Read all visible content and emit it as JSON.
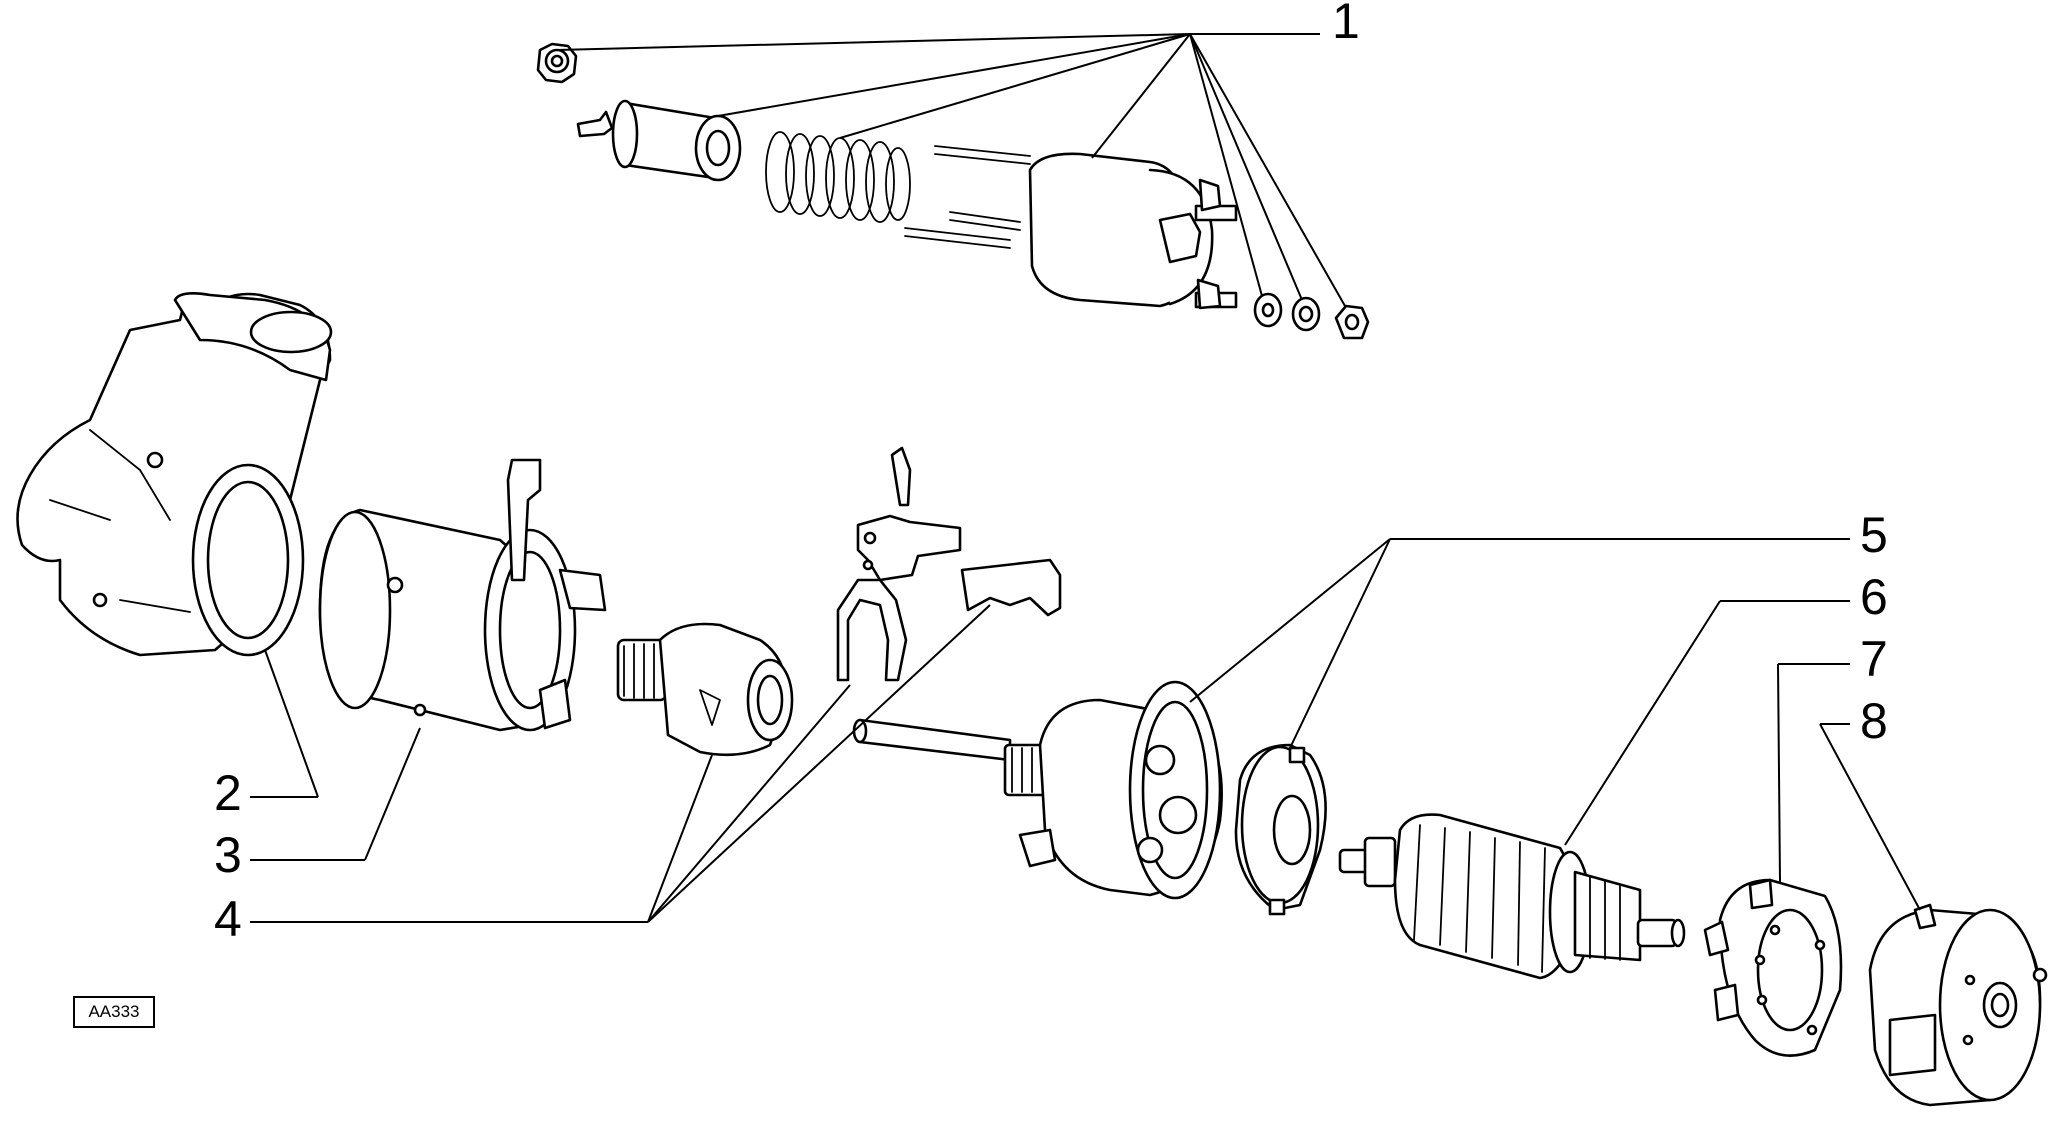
{
  "callouts": {
    "c1": "1",
    "c2": "2",
    "c3": "3",
    "c4": "4",
    "c5": "5",
    "c6": "6",
    "c7": "7",
    "c8": "8"
  },
  "reference_code": "AA333"
}
